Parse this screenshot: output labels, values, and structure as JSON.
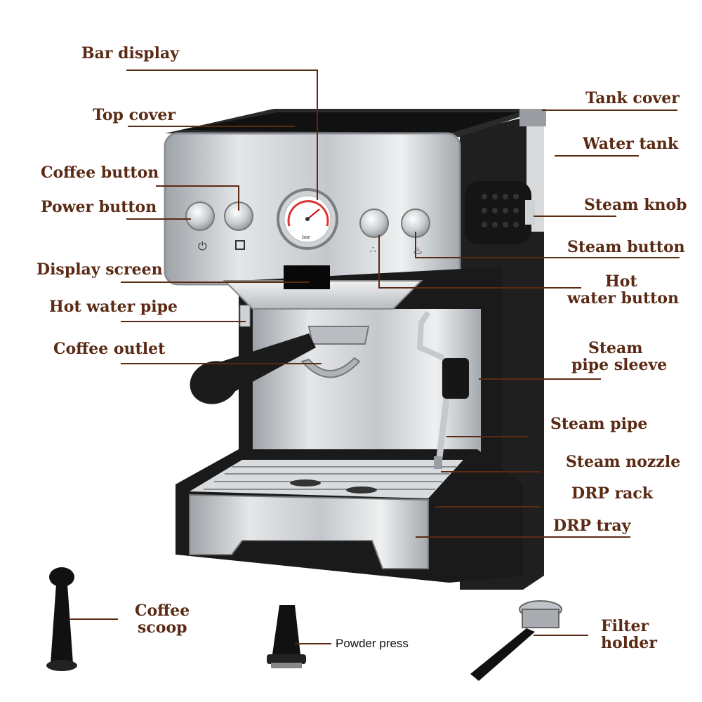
{
  "labels": {
    "bar_display": "Bar display",
    "top_cover": "Top cover",
    "coffee_button": "Coffee button",
    "power_button": "Power button",
    "display_screen": "Display screen",
    "hot_water_pipe": "Hot water pipe",
    "coffee_outlet": "Coffee outlet",
    "tank_cover": "Tank cover",
    "water_tank": "Water tank",
    "steam_knob": "Steam knob",
    "steam_button": "Steam button",
    "hot_water_button_1": "Hot",
    "hot_water_button_2": "water button",
    "steam_pipe_sleeve_1": "Steam",
    "steam_pipe_sleeve_2": "pipe sleeve",
    "steam_pipe": "Steam pipe",
    "steam_nozzle": "Steam nozzle",
    "drp_rack": "DRP rack",
    "drp_tray": "DRP tray",
    "coffee_scoop_1": "Coffee",
    "coffee_scoop_2": "scoop",
    "powder_press": "Powder press",
    "filter_holder_1": "Filter",
    "filter_holder_2": "holder"
  },
  "gauge": {
    "unit": "bar"
  },
  "colors": {
    "label_text": "#5a2a14",
    "leader_line": "#5a2a14",
    "steel": "#c9ccd0",
    "black_body": "#1c1c1c"
  }
}
